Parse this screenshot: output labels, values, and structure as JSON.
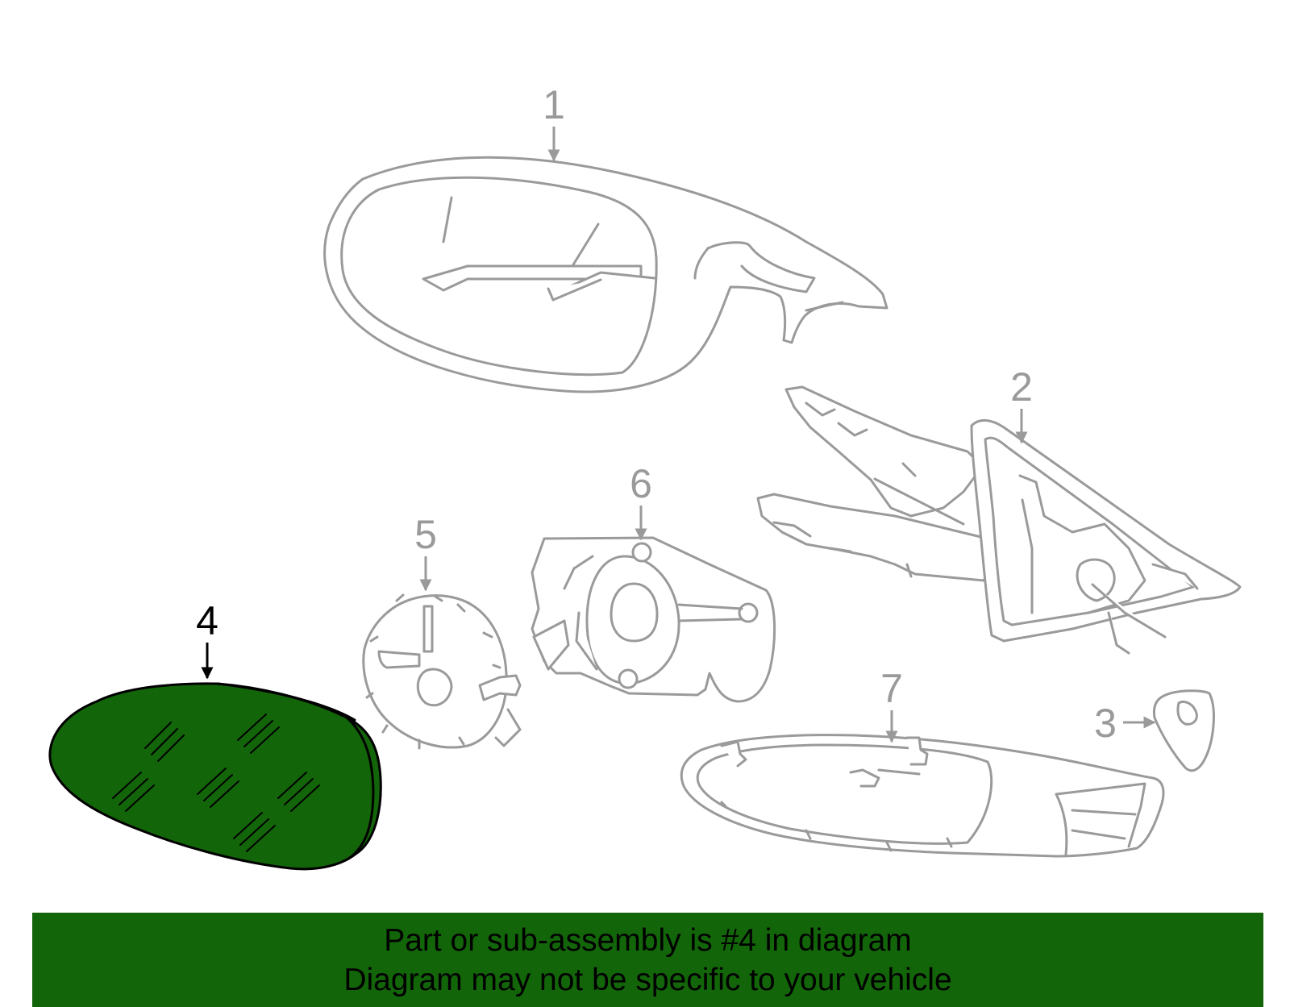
{
  "diagram": {
    "callouts": [
      {
        "label": "1",
        "part": "mirror-housing"
      },
      {
        "label": "2",
        "part": "mirror-base-frame"
      },
      {
        "label": "3",
        "part": "cap"
      },
      {
        "label": "4",
        "part": "mirror-glass",
        "highlighted": true
      },
      {
        "label": "5",
        "part": "backing-plate"
      },
      {
        "label": "6",
        "part": "motor-actuator"
      },
      {
        "label": "7",
        "part": "skull-cap-cover"
      }
    ],
    "colors": {
      "line": "#9a9a9a",
      "highlight_fill": "#136509",
      "highlight_line": "#000000",
      "banner": "#136509"
    }
  },
  "banner": {
    "line1": "Part or sub-assembly is #4 in diagram",
    "line2": "Diagram may not be specific to your vehicle"
  }
}
